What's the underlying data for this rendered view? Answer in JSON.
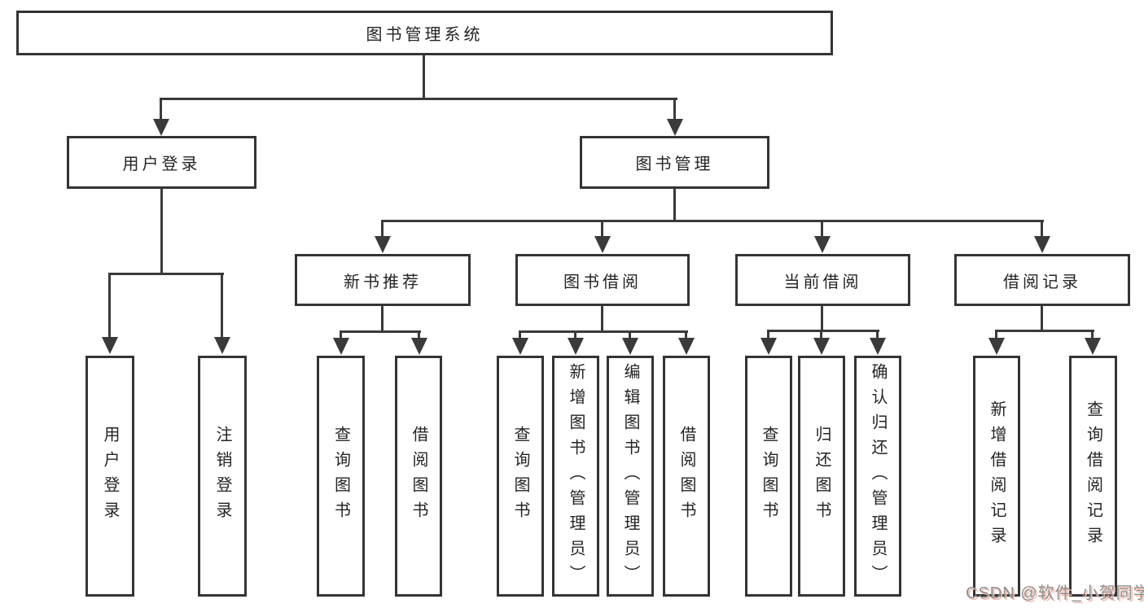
{
  "tree": {
    "label": "图书管理系统",
    "children": [
      {
        "label": "用户登录",
        "children": [
          {
            "label": "用户登录"
          },
          {
            "label": "注销登录"
          }
        ]
      },
      {
        "label": "图书管理",
        "children": [
          {
            "label": "新书推荐",
            "children": [
              {
                "label": "查询图书"
              },
              {
                "label": "借阅图书"
              }
            ]
          },
          {
            "label": "图书借阅",
            "children": [
              {
                "label": "查询图书"
              },
              {
                "label": "新增图书（管理员）"
              },
              {
                "label": "编辑图书（管理员）"
              },
              {
                "label": "借阅图书"
              }
            ]
          },
          {
            "label": "当前借阅",
            "children": [
              {
                "label": "查询图书"
              },
              {
                "label": "归还图书"
              },
              {
                "label": "确认归还（管理员）"
              }
            ]
          },
          {
            "label": "借阅记录",
            "children": [
              {
                "label": "新增借阅记录"
              },
              {
                "label": "查询借阅记录"
              }
            ]
          }
        ]
      }
    ]
  },
  "watermark": {
    "text": "CSDN @软件_小贺同学"
  },
  "colors": {
    "background": "#ffffff",
    "line": "#3a3a3a",
    "box_border": "#343434",
    "text": "#242424",
    "watermark_text": "#8f8f8f",
    "watermark_shadow": "#f3b8ab"
  }
}
